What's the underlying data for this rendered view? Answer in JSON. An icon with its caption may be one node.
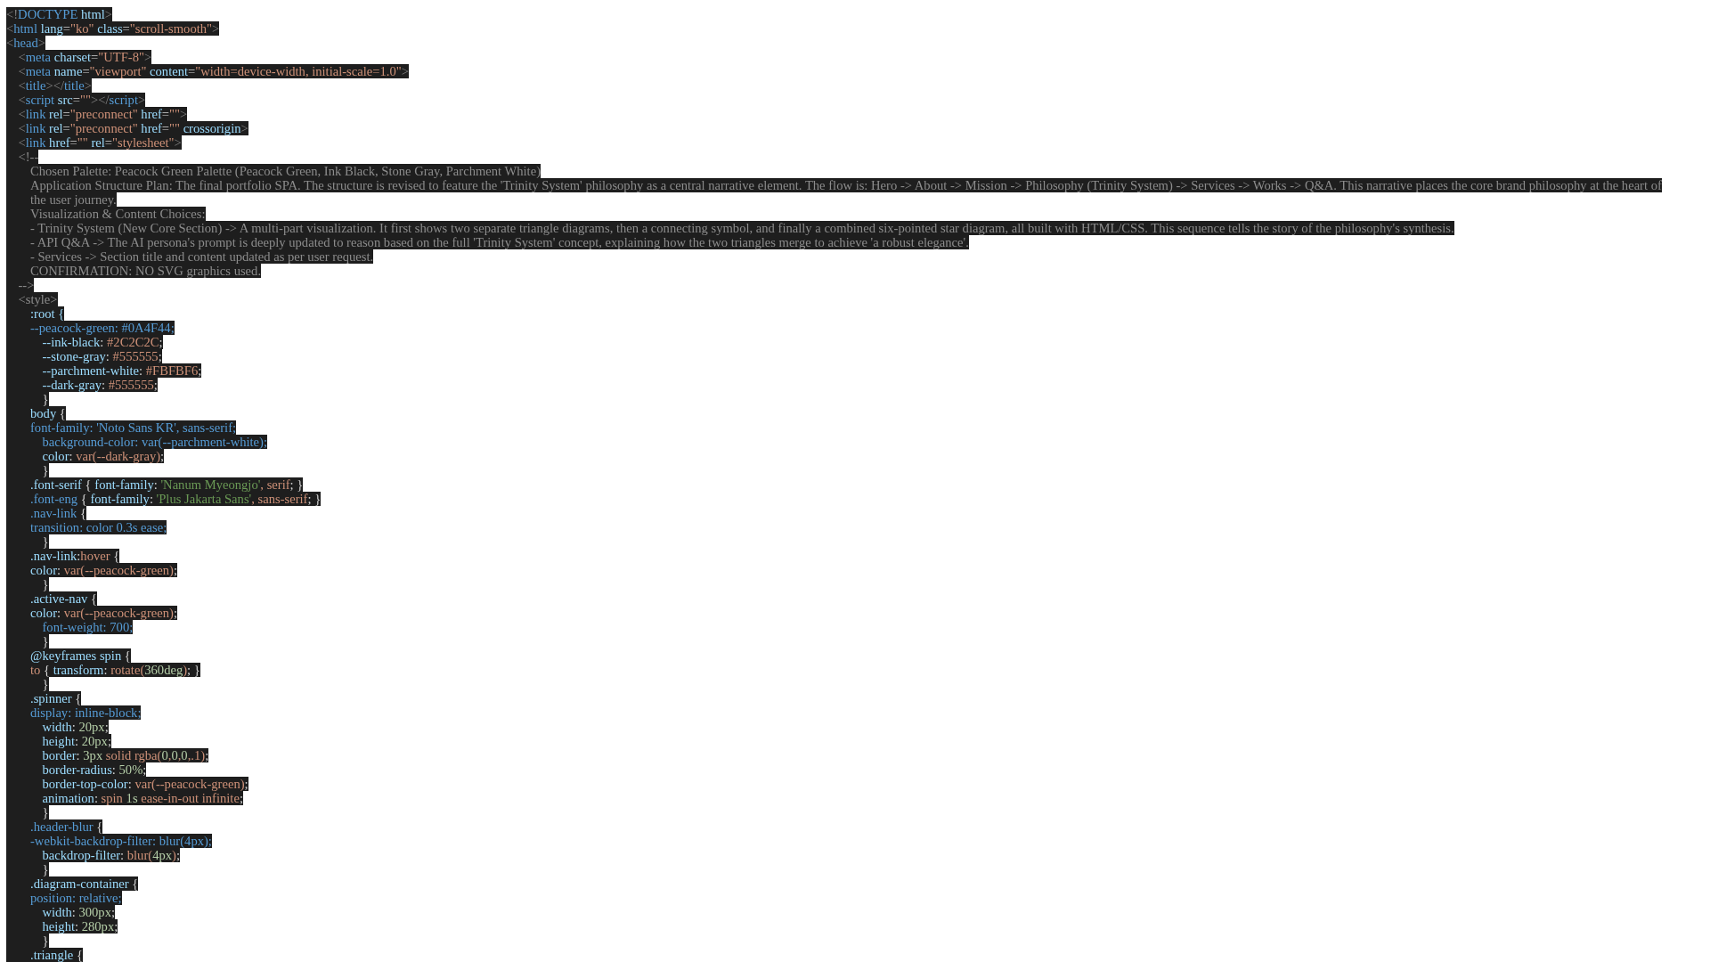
{
  "diagram": {
    "labels": [
      "<!DOCTYPE html>",
      "<html lang=\"ko\" class=\"scroll-smooth\">",
      "<head>",
      "<meta charset=\"UTF-8\">",
      "<meta name=\"viewport\" content=\"width=device-width, initial-scale=1.0\">",
      "<title></title>",
      "<script src=\"\"></script>",
      "<link rel=\"preconnect\" href=\"\">",
      "<link rel=\"preconnect\" href=\"\" crossorigin>",
      "<link href=\"\" rel=\"stylesheet\">",
      "<!--",
      "Chosen Palette: Peacock Green Palette (Peacock Green, Ink Black, Stone Gray, Parchment White)",
      "Application Structure Plan: The final portfolio SPA. The structure is revised to feature the 'Trinity System' philosophy as a central narrative element. The flow is: Hero -> About -> Mission -> Philosophy (Trinity System) -> Services -> Works -> Q&A. This narrative places the core brand philosophy at the heart of the user journey.",
      "Visualization & Content Choices:",
      "- Trinity System (New Core Section) -> A multi-part visualization. It first shows two separate triangle diagrams, then a connecting symbol, and finally a combined six-pointed star diagram, all built with HTML/CSS. This sequence tells the story of the philosophy's synthesis.",
      "- API Q&A -> The AI persona's prompt is deeply updated to reason based on the full 'Trinity System' concept, explaining how the two triangles merge to achieve 'a robust elegance'.",
      "- Services -> Section title and content updated as per user request.",
      "CONFIRMATION: NO SVG graphics used.",
      "-->",
      "<style>",
      ":root {",
      "--peacock-green: #0A4F44;",
      "--ink-black: #2C2C2C;",
      "--stone-gray: #555555;",
      "--parchment-white: #FBFBF6;",
      "--dark-gray: #555555;",
      "}",
      "body {",
      "font-family: 'Noto Sans KR', sans-serif;",
      "background-color: var(--parchment-white);",
      "color: var(--dark-gray);",
      "}",
      ".font-serif { font-family: 'Nanum Myeongjo', serif; }",
      ".font-eng { font-family: 'Plus Jakarta Sans', sans-serif; }",
      ".nav-link {",
      "transition: color 0.3s ease;",
      "}",
      ".nav-link:hover {",
      "color: var(--peacock-green);",
      "}",
      ".active-nav {",
      "color: var(--peacock-green);",
      "font-weight: 700;",
      "}",
      "@keyframes spin {",
      "to { transform: rotate(360deg); }",
      "}",
      ".spinner {",
      "display: inline-block;",
      "width: 20px;",
      "height: 20px;",
      "border: 3px solid rgba(0,0,0,.1);",
      "border-radius: 50%;",
      "border-top-color: var(--peacock-green);",
      "animation: spin 1s ease-in-out infinite;",
      "}",
      ".header-blur {",
      "-webkit-backdrop-filter: blur(4px);",
      "backdrop-filter: blur(4px);",
      "}",
      ".diagram-container {",
      "position: relative;",
      "width: 300px;",
      "height: 280px;",
      "}",
      ".triangle {"
    ]
  }
}
